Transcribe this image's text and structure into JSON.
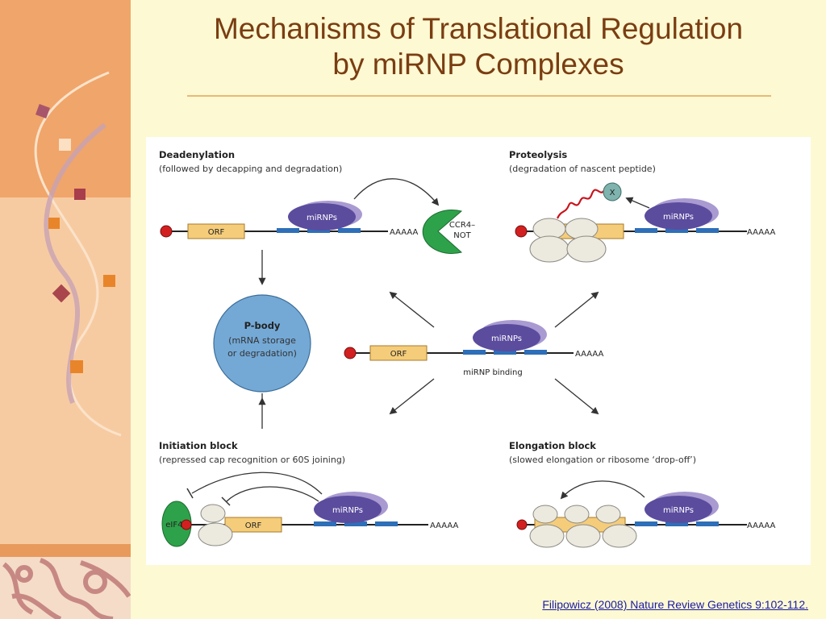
{
  "slide": {
    "title_line1": "Mechanisms of Translational Regulation",
    "title_line2": "by miRNP Complexes",
    "citation": "Filipowicz (2008) Nature Review Genetics 9:102-112."
  },
  "figure": {
    "deadenylation": {
      "heading": "Deadenylation",
      "subtitle": "(followed by decapping and degradation)"
    },
    "proteolysis": {
      "heading": "Proteolysis",
      "subtitle": "(degradation of nascent peptide)"
    },
    "initiation": {
      "heading": "Initiation block",
      "subtitle": "(repressed cap recognition or 60S joining)"
    },
    "elongation": {
      "heading": "Elongation block",
      "subtitle": "(slowed elongation or ribosome ‘drop-off’)"
    },
    "pbody": {
      "title": "P-body",
      "line1": "(mRNA storage",
      "line2": "or degradation)"
    },
    "center": {
      "caption": "miRNP binding"
    },
    "labels": {
      "orf": "ORF",
      "mirnps": "miRNPs",
      "polya": "AAAAA",
      "ccr4_line1": "CCR4–",
      "ccr4_line2": "NOT",
      "eif4e": "eIF4E",
      "protease": "X"
    }
  },
  "colors": {
    "background": "#fdf9d2",
    "title": "#7a3d12",
    "orf": "#f5cd7a",
    "mirnp": "#5b4c9e",
    "site": "#2e6fb8",
    "cap": "#d22020",
    "pbody": "#74a9d6",
    "ccr4": "#2ea24a",
    "eif4e": "#2ea24a",
    "ribosome": "#ece9df",
    "peptide": "#c8141c",
    "link": "#1a1aa6"
  }
}
